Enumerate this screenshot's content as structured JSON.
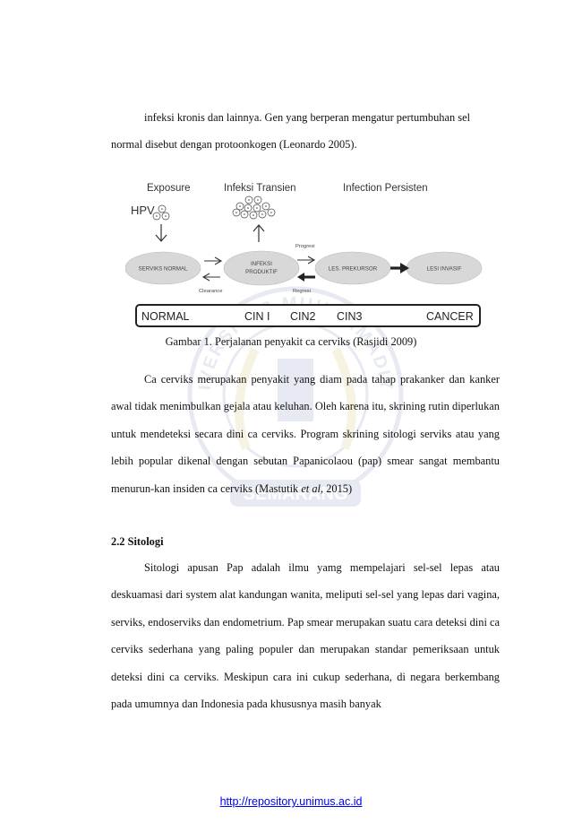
{
  "paragraphs": {
    "p1_line1": "infeksi kronis dan lainnya. Gen yang berperan mengatur pertumbuhan sel",
    "p1_line2": "normal disebut dengan protoonkogen (Leonardo 2005).",
    "p2": "Ca cerviks merupakan penyakit yang diam pada tahap prakanker dan kanker awal tidak menimbulkan gejala atau keluhan. Oleh karena itu, skrining rutin diperlukan untuk mendeteksi secara dini ca cerviks. Program skrining sitologi serviks atau yang lebih popular dikenal dengan sebutan Papanicolaou (pap) smear sangat membantu menurun-kan insiden ca cerviks (Mastutik ",
    "p2_italic": "et al",
    "p2_end": ", 2015)",
    "p3": "Sitologi apusan Pap adalah ilmu yamg mempelajari sel-sel lepas atau deskuamasi dari system alat kandungan wanita, meliputi sel-sel yang lepas dari vagina, serviks, endoserviks dan endometrium. Pap smear merupakan suatu cara deteksi dini ca cerviks sederhana yang paling populer dan merupakan standar pemeriksaan untuk deteksi dini ca cerviks. Meskipun cara ini cukup sederhana, di negara berkembang pada umumnya dan Indonesia pada khususnya masih banyak"
  },
  "heading": "2.2 Sitologi",
  "figure": {
    "caption": "Gambar 1. Perjalanan penyakit ca cerviks (Rasjidi 2009)",
    "top_labels": [
      "Exposure",
      "Infeksi Transien",
      "Infection Persisten"
    ],
    "hpv": "HPV",
    "virus_mark": "a",
    "stages": [
      "SERVIKS NORMAL",
      "INFEKSI",
      "PRODUKTIF",
      "LES. PREKURSOR",
      "LESI INVASIF"
    ],
    "arrow_labels": {
      "progresi": "Progresi",
      "clearance": "Clearance",
      "regresi": "Regresi"
    },
    "bar_labels": [
      "NORMAL",
      "CIN I",
      "CIN2",
      "CIN3",
      "CANCER"
    ]
  },
  "watermark": {
    "top_text": "UNIVERSITAS MUHAMMADIYAH",
    "bottom_text": "SEMARANG"
  },
  "footer": {
    "link": "http://repository.unimus.ac.id"
  }
}
